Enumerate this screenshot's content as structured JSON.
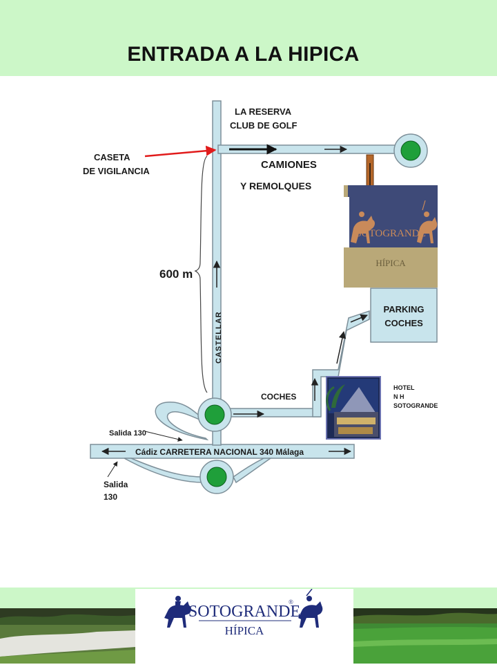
{
  "title": "ENTRADA A LA HIPICA",
  "labels": {
    "la_reserva_line1": "LA RESERVA",
    "la_reserva_line2": "CLUB DE GOLF",
    "caseta_line1": "CASETA",
    "caseta_line2": "DE VIGILANCIA",
    "camiones": "CAMIONES",
    "remolques": "Y REMOLQUES",
    "distance": "600 m",
    "castellar": "CASTELLAR",
    "parking_line1": "PARKING",
    "parking_line2": "COCHES",
    "hotel_line1": "HOTEL",
    "hotel_line2": "N H",
    "hotel_line3": "SOTOGRANDE",
    "coches": "COCHES",
    "salida_130_top": "Salida 130",
    "salida_bottom_line1": "Salida",
    "salida_bottom_line2": "130",
    "highway": "Cádiz  CARRETERA NACIONAL 340    Málaga"
  },
  "sign": {
    "brand": "SOTOGRANDE",
    "sub": "HÍPICA",
    "colors": {
      "top": "#3e4a78",
      "bottom": "#b9a878",
      "rider": "#c98a5a"
    }
  },
  "logo": {
    "brand": "SOTOGRANDE",
    "sub": "HÍPICA",
    "registered": "®",
    "color": "#1f2c7a"
  },
  "colors": {
    "road": "#c8e4ec",
    "road_stroke": "#7d8f99",
    "roundabout_fill": "#1f9f3a",
    "roundabout_ring": "#c8e4ec",
    "arrow": "#222222",
    "pointer_red": "#e11b1b",
    "gate_post": "#b5672a",
    "header_band": "#ccf7c8"
  },
  "icons": [
    "horse-rider-icon",
    "roundabout-icon",
    "arrow-right-icon",
    "arrow-left-icon",
    "arrow-up-icon",
    "arrow-down-icon"
  ]
}
